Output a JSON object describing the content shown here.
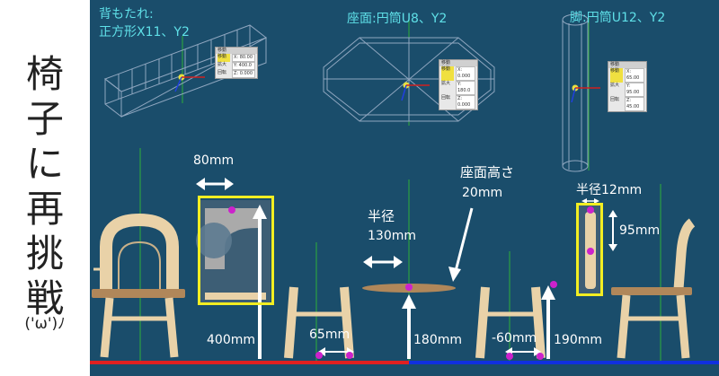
{
  "title": {
    "chars": [
      "椅",
      "子",
      "に",
      "再",
      "挑",
      "戦"
    ],
    "face": "('ω')ﾉ"
  },
  "captions": {
    "backrest_line1": "背もたれ:",
    "backrest_line2": "正方形X11、Y2",
    "seat": "座面:円筒U8、Y2",
    "leg": "脚:円筒U12、Y2"
  },
  "panels": {
    "backrest": {
      "header": "移動",
      "rows": [
        {
          "k": "移動",
          "v": "X: 80.00"
        },
        {
          "k": "拡大",
          "v": "Y: 400.0"
        },
        {
          "k": "回転",
          "v": "Z: 0.000"
        }
      ]
    },
    "seat": {
      "header": "移動",
      "rows": [
        {
          "k": "移動",
          "v": "X: 0.000"
        },
        {
          "k": "拡大",
          "v": "Y: 180.0"
        },
        {
          "k": "回転",
          "v": "Z: 0.000"
        }
      ]
    },
    "leg": {
      "header": "移動",
      "rows": [
        {
          "k": "移動",
          "v": "X: 65.00"
        },
        {
          "k": "拡大",
          "v": "Y: 95.00"
        },
        {
          "k": "回転",
          "v": "Z: 45.00"
        }
      ]
    }
  },
  "dims": {
    "back_width": "80mm",
    "back_height": "400mm",
    "leg_spread_1": "65mm",
    "seat_height_label": "座面高さ",
    "seat_height_value": "20mm",
    "radius_label": "半径",
    "radius_value": "130mm",
    "seat_y": "180mm",
    "leg_spread_2": "-60mm",
    "leg_y": "190mm",
    "leg_radius": "半径12mm",
    "leg_len": "95mm"
  },
  "colors": {
    "background": "#1a4d6b",
    "caption": "#5fe0e8",
    "highlight_box": "#f2ee22",
    "ground_left": "#e02020",
    "ground_right": "#1030e0",
    "wood": "#e9d2a8",
    "seat_wood": "#b0875a",
    "pivot": "#cc22cc"
  }
}
